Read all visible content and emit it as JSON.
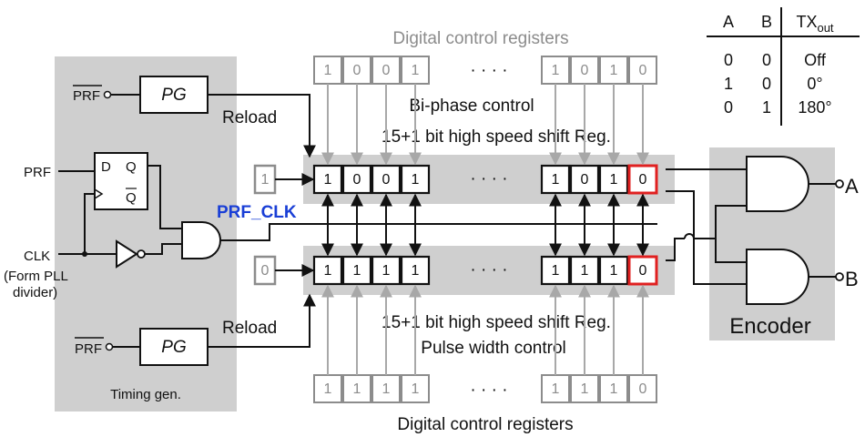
{
  "labels": {
    "digital_registers_top": "Digital control registers",
    "digital_registers_bottom": "Digital control registers",
    "biphase_control": "Bi-phase control",
    "pulse_width_control": "Pulse width control",
    "shift_reg_top": "15+1 bit high speed shift Reg.",
    "shift_reg_bottom": "15+1 bit high speed shift Reg.",
    "reload_top": "Reload",
    "reload_bottom": "Reload",
    "prf_clk": "PRF_CLK",
    "prf_bar_top": "PRF",
    "prf_bar_bottom": "PRF",
    "prf": "PRF",
    "clk": "CLK",
    "clk_note_1": "(Form PLL",
    "clk_note_2": "divider)",
    "pg_top": "PG",
    "pg_bottom": "PG",
    "ff_d": "D",
    "ff_q": "Q",
    "ff_qbar": "Q",
    "timing_gen": "Timing gen.",
    "encoder": "Encoder",
    "out_a": "A",
    "out_b": "B",
    "dots": "· · · ·"
  },
  "registers": {
    "top_control_left": [
      "1",
      "0",
      "0",
      "1"
    ],
    "top_control_right": [
      "1",
      "0",
      "1",
      "0"
    ],
    "shift_top_input": "1",
    "shift_top_left": [
      "1",
      "0",
      "0",
      "1"
    ],
    "shift_top_right": [
      "1",
      "0",
      "1",
      "0"
    ],
    "shift_bottom_input": "0",
    "shift_bottom_left": [
      "1",
      "1",
      "1",
      "1"
    ],
    "shift_bottom_right": [
      "1",
      "1",
      "1",
      "0"
    ],
    "bottom_control_left": [
      "1",
      "1",
      "1",
      "1"
    ],
    "bottom_control_right": [
      "1",
      "1",
      "1",
      "0"
    ]
  },
  "truth_table": {
    "headers": [
      "A",
      "B",
      "TX"
    ],
    "header_sub": "out",
    "rows": [
      [
        "0",
        "0",
        "Off"
      ],
      [
        "1",
        "0",
        "0°"
      ],
      [
        "0",
        "1",
        "180°"
      ]
    ]
  },
  "colors": {
    "panel": "#cfcfcf",
    "highlight": "#e02020",
    "prf_clk": "#1a3fd6",
    "gray_text": "#8c8c8c"
  }
}
